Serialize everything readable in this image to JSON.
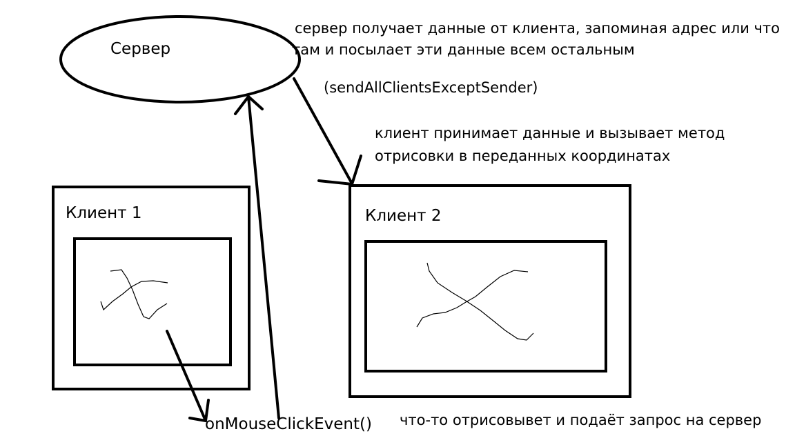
{
  "server": {
    "label": "Сервер"
  },
  "client1": {
    "label": "Клиент 1"
  },
  "client2": {
    "label": "Клиент 2"
  },
  "notes": {
    "server_line1": "сервер получает данные от клиента, запоминая адрес или что",
    "server_line2": "там и посылает эти данные всем остальным",
    "method": "(sendAllClientsExceptSender)",
    "client_line1": "клиент принимает данные и вызывает метод",
    "client_line2": "отрисовки в переданных координатах",
    "event": "onMouseClickEvent()",
    "request": "что-то отрисовывет и подаёт запрос на сервер"
  }
}
